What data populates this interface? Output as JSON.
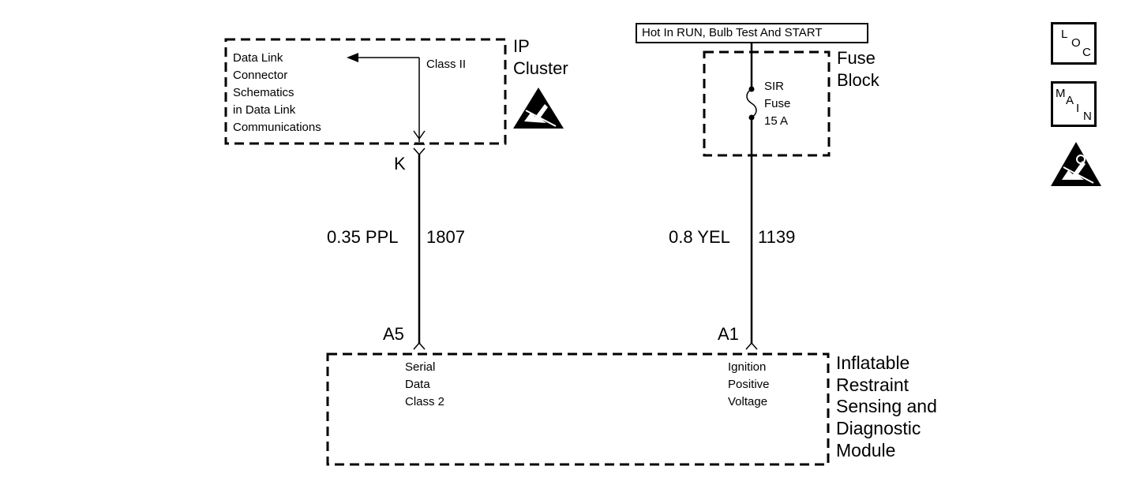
{
  "power_label": "Hot In RUN, Bulb Test And START",
  "fuse_block": {
    "title_line1": "Fuse",
    "title_line2": "Block",
    "fuse_line1": "SIR",
    "fuse_line2": "Fuse",
    "fuse_line3": "15 A"
  },
  "ip_cluster": {
    "title_line1": "IP",
    "title_line2": "Cluster",
    "ref_lines": [
      "Data Link",
      "Connector",
      "Schematics",
      "in Data Link",
      "Communications"
    ],
    "class_label": "Class II",
    "connector_pin": "K",
    "esd_icon": "esd-sensitive-icon"
  },
  "wires": [
    {
      "gauge_color": "0.35 PPL",
      "circuit": "1807"
    },
    {
      "gauge_color": "0.8 YEL",
      "circuit": "1139"
    }
  ],
  "module": {
    "title_lines": [
      "Inflatable",
      "Restraint",
      "Sensing and",
      "Diagnostic",
      "Module"
    ],
    "pin_a5": "A5",
    "pin_a1": "A1",
    "serial_lines": [
      "Serial",
      "Data",
      "Class 2"
    ],
    "ignition_lines": [
      "Ignition",
      "Positive",
      "Voltage"
    ]
  },
  "nav": {
    "loc_letters": [
      "L",
      "O",
      "C"
    ],
    "main_letters": [
      "M",
      "A",
      "I",
      "N"
    ],
    "esd_icon": "esd-warning-icon"
  }
}
